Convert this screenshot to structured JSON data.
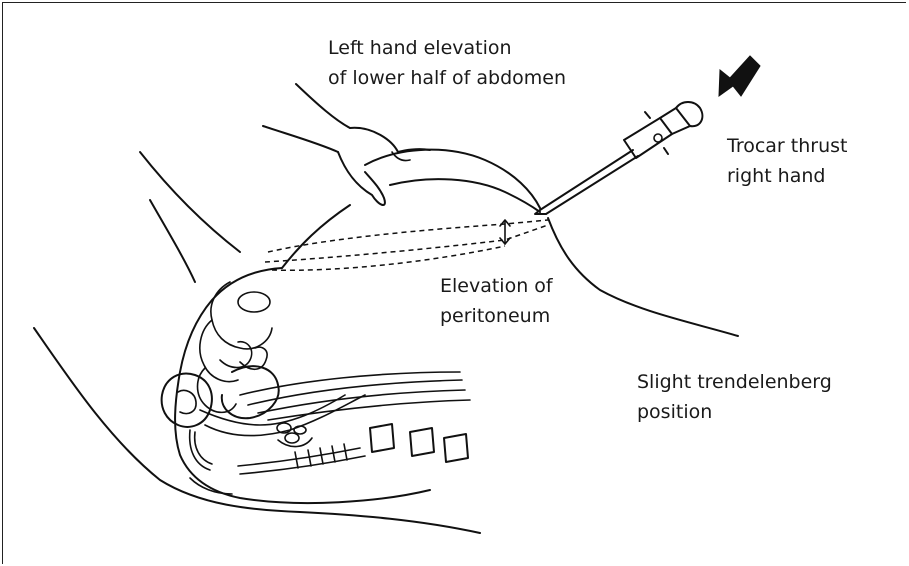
{
  "labels": {
    "left_hand": [
      "Left hand elevation",
      "of lower half of abdomen"
    ],
    "trocar": [
      "Trocar thrust",
      "right hand"
    ],
    "peritoneum": [
      "Elevation of",
      "peritoneum"
    ],
    "trendelenberg": [
      "Slight trendelenberg",
      "position"
    ]
  },
  "colors": {
    "line": "#111111",
    "background": "#ffffff"
  },
  "icons": {
    "thrust_arrow": "arrow-down-left-icon"
  }
}
